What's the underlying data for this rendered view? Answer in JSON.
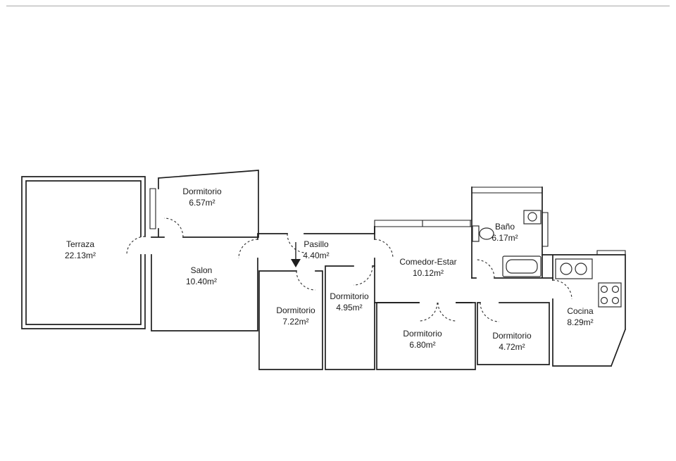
{
  "rooms": [
    {
      "name": "Terraza",
      "area": "22.13m²"
    },
    {
      "name": "Dormitorio",
      "area": "6.57m²"
    },
    {
      "name": "Salon",
      "area": "10.40m²"
    },
    {
      "name": "Pasillo",
      "area": "4.40m²"
    },
    {
      "name": "Dormitorio",
      "area": "7.22m²"
    },
    {
      "name": "Dormitorio",
      "area": "4.95m²"
    },
    {
      "name": "Comedor-Estar",
      "area": "10.12m²"
    },
    {
      "name": "Dormitorio",
      "area": "6.80m²"
    },
    {
      "name": "Dormitorio",
      "area": "4.72m²"
    },
    {
      "name": "Baño",
      "area": "6.17m²"
    },
    {
      "name": "Cocina",
      "area": "8.29m²"
    }
  ],
  "colors": {
    "background": "#ffffff",
    "wall": "#1e1e1e",
    "text": "#1b1b1b",
    "frame": "#a9a9a9"
  }
}
